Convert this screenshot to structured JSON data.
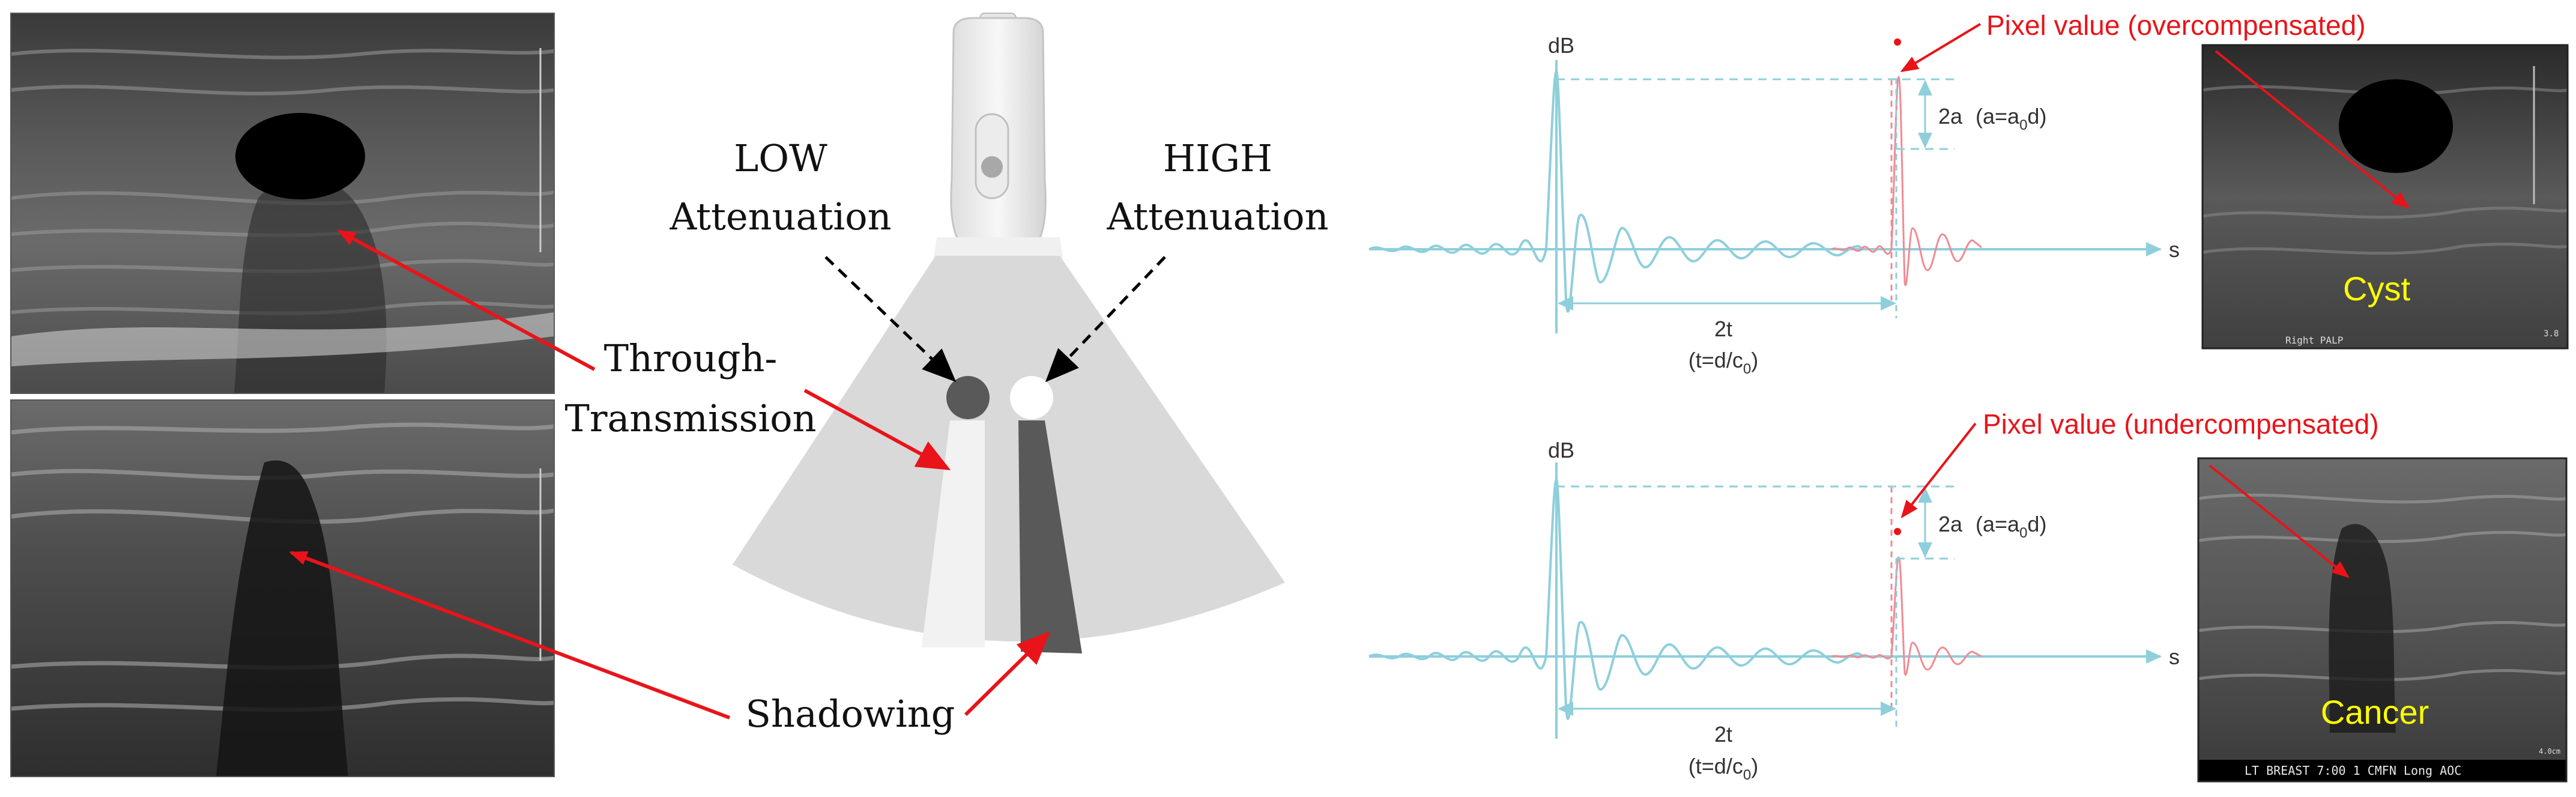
{
  "middle_panel": {
    "low_label_line1": "LOW",
    "low_label_line2": "Attenuation",
    "high_label_line1": "HIGH",
    "high_label_line2": "Attenuation",
    "through_label_line1": "Through-",
    "through_label_line2": "Transmission",
    "shadowing_label": "Shadowing"
  },
  "top_plot": {
    "y_axis_label": "dB",
    "x_axis_label": "s",
    "amp_label": "2a",
    "amp_formula": "(a=a",
    "amp_formula_sub": "0",
    "amp_formula_end": "d)",
    "time_label": "2t",
    "time_formula": "(t=d/c",
    "time_formula_sub": "0",
    "time_formula_end": ")",
    "pixel_label": "Pixel value (overcompensated)"
  },
  "bottom_plot": {
    "y_axis_label": "dB",
    "x_axis_label": "s",
    "amp_label": "2a",
    "amp_formula": "(a=a",
    "amp_formula_sub": "0",
    "amp_formula_end": "d)",
    "time_label": "2t",
    "time_formula": "(t=d/c",
    "time_formula_sub": "0",
    "time_formula_end": ")",
    "pixel_label": "Pixel value (undercompensated)"
  },
  "right_images": {
    "top_label": "Cyst",
    "top_caption": "Right   PALP",
    "top_scale": "3.8",
    "bottom_label": "Cancer",
    "bottom_caption": "LT BREAST  7:00  1 CMFN  Long  AOC",
    "bottom_scale": "4.0cm"
  },
  "colors": {
    "arrow_red": "#e8141a",
    "signal_blue": "#8ecfdb",
    "signal_red": "#f08a94",
    "label_yellow": "#ffff00",
    "fan_light": "#d9d9d9",
    "fan_dark": "#595959"
  }
}
